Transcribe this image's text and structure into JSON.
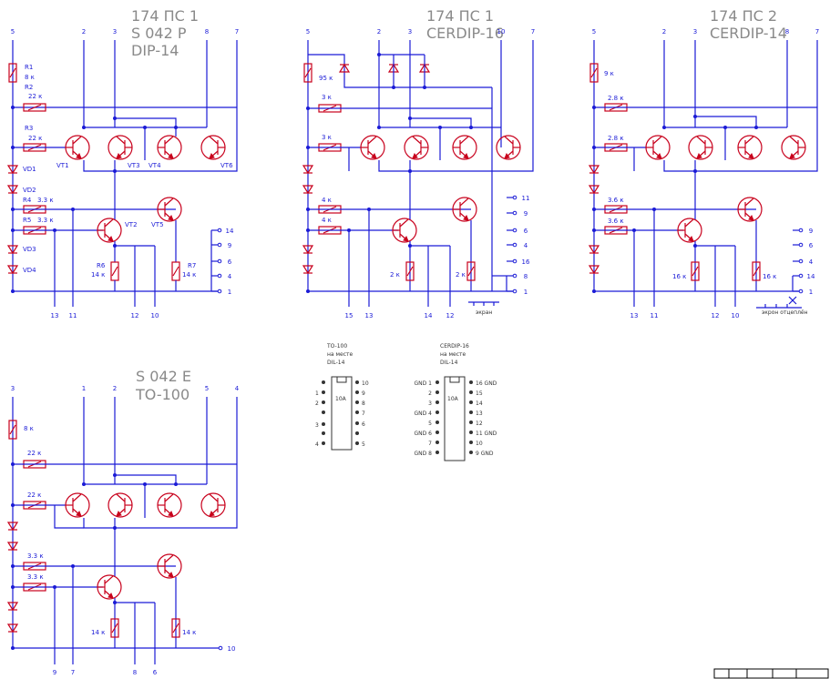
{
  "titles": {
    "c1_l1": "174 ПС 1",
    "c1_l2": "S 042 P",
    "c1_l3": "DIP-14",
    "c2_l1": "174 ПС 1",
    "c2_l2": "CERDIP-16",
    "c3_l1": "174 ПС 2",
    "c3_l2": "CERDIP-14",
    "c4_l1": "S 042 E",
    "c4_l2": "TO-100"
  },
  "circuit1": {
    "top_pins": [
      "5",
      "2",
      "3",
      "8",
      "7"
    ],
    "bottom_pins": [
      "13",
      "11",
      "12",
      "10"
    ],
    "right_pins": [
      "14",
      "9",
      "6",
      "4",
      "1"
    ],
    "labels": {
      "R1": "R1",
      "R1v": "8 к",
      "R2": "R2",
      "R2v": "22 к",
      "R3": "R3",
      "R3v": "22 к",
      "R4": "R4",
      "R4v": "3.3 к",
      "R5": "R5",
      "R5v": "3.3 к",
      "R6": "R6",
      "R6v": "14 к",
      "R7": "R7",
      "R7v": "14 к",
      "VT1": "VT1",
      "VT2": "VT2",
      "VT3": "VT3",
      "VT4": "VT4",
      "VT5": "VT5",
      "VT6": "VT6",
      "VD1": "VD1",
      "VD2": "VD2",
      "VD3": "VD3",
      "VD4": "VD4"
    }
  },
  "circuit2": {
    "top_pins": [
      "5",
      "2",
      "3",
      "10",
      "7"
    ],
    "bottom_pins": [
      "15",
      "13",
      "14",
      "12"
    ],
    "right_pins": [
      "11",
      "9",
      "6",
      "4",
      "16",
      "8",
      "1"
    ],
    "labels": {
      "r95": "95 к",
      "r3a": "3 к",
      "r3b": "3 к",
      "r4a": "4 к",
      "r4b": "4 к",
      "r2a": "2 к",
      "r2b": "2 к",
      "screen": "экран"
    }
  },
  "circuit3": {
    "top_pins": [
      "5",
      "2",
      "3",
      "8",
      "7"
    ],
    "bottom_pins": [
      "13",
      "11",
      "12",
      "10"
    ],
    "right_pins": [
      "9",
      "6",
      "4",
      "14",
      "1"
    ],
    "labels": {
      "r9": "9 к",
      "r28a": "2.8 к",
      "r28b": "2.8 к",
      "r36a": "3.6 к",
      "r36b": "3.6 к",
      "r16a": "16 к",
      "r16b": "16 к",
      "screen": "экрон отцеплён"
    }
  },
  "circuit4": {
    "top_pins": [
      "3",
      "1",
      "2",
      "5",
      "4"
    ],
    "bottom_pins": [
      "9",
      "7",
      "8",
      "6"
    ],
    "right_pins": [
      "10"
    ],
    "labels": {
      "r8": "8 к",
      "r22a": "22 к",
      "r22b": "22 к",
      "r33a": "3.3 к",
      "r33b": "3.3 к",
      "r14a": "14 к",
      "r14b": "14 к"
    }
  },
  "adapter1": {
    "title_l1": "TO-100",
    "title_l2": "на месте",
    "title_l3": "DIL-14",
    "chip": "10А",
    "left_pins": [
      "1",
      "2",
      "3",
      "4"
    ],
    "right_pins": [
      "10",
      "9",
      "8",
      "7",
      "6",
      "5"
    ]
  },
  "adapter2": {
    "title_l1": "CERDIP-16",
    "title_l2": "на месте",
    "title_l3": "DIL-14",
    "chip": "10А",
    "left": [
      "GND 1",
      "2",
      "3",
      "GND 4",
      "5",
      "GND 6",
      "7",
      "GND 8"
    ],
    "right": [
      "16 GND",
      "15",
      "14",
      "13",
      "12",
      "11 GND",
      "10",
      "9 GND"
    ]
  }
}
